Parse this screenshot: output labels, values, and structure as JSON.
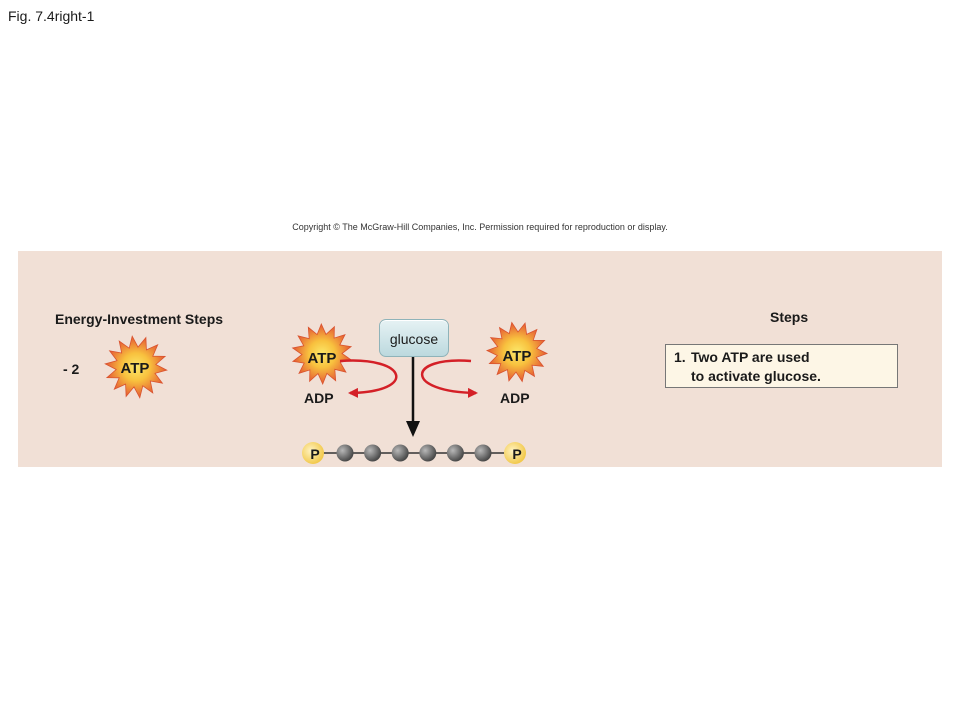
{
  "figure_label": "Fig. 7.4right-1",
  "copyright": "Copyright © The McGraw-Hill Companies, Inc. Permission required for reproduction or display.",
  "panel": {
    "section_title": "Energy-Investment Steps",
    "atp_count": "- 2",
    "atp_label": "ATP",
    "steps_title": "Steps",
    "glucose_label": "glucose",
    "adp_label": "ADP",
    "phosphate_label": "P",
    "carbon_chain_count": 6,
    "step": {
      "number": "1.",
      "line1": "Two ATP are used",
      "line2": "to activate glucose."
    }
  },
  "colors": {
    "panel_bg": "#f1e0d6",
    "atp_burst_outer": "#e8633d",
    "atp_burst_inner": "#f9d84a",
    "arrow_red": "#d42027",
    "carbon_gray": "#6a6a6a",
    "phosphate_yellow": "#f7d774",
    "step_box_bg": "#fdf6e6",
    "glucose_box": "#cfe6ea"
  }
}
